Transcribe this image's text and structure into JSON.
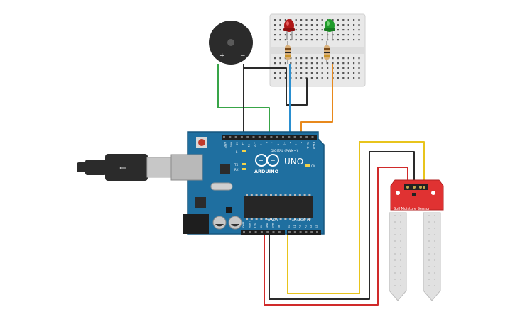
{
  "arduino": {
    "brand": "ARDUINO",
    "model": "UNO",
    "digital_header": "DIGITAL (PWM~)",
    "power_header": "POWER",
    "analog_header": "ANALOG IN",
    "led_l": "L",
    "led_tx": "TX",
    "led_rx": "RX",
    "led_on": "ON",
    "digital_pins": [
      "AREF",
      "GND",
      "13",
      "12",
      "~11",
      "~10",
      "~9",
      "8",
      "7",
      "~6",
      "~5",
      "4",
      "~3",
      "2",
      "TX→1",
      "RX←0"
    ],
    "power_pins": [
      "IOREF",
      "RESET",
      "3.3V",
      "5V",
      "GND",
      "GND",
      "Vin"
    ],
    "analog_pins": [
      "A0",
      "A1",
      "A2",
      "A3",
      "A4",
      "A5"
    ]
  },
  "buzzer": {
    "plus": "+",
    "minus": "−"
  },
  "sensor": {
    "label": "Soil Moisture Sensor"
  },
  "colors": {
    "board": "#1f6fa0",
    "board_dark": "#17577f",
    "wire_red": "#d02a2a",
    "wire_black": "#2a2a2a",
    "wire_green": "#38a548",
    "wire_blue": "#2a8fd0",
    "wire_orange": "#e8891c",
    "wire_yellow": "#e8c41c",
    "sensor_red": "#e03232"
  }
}
